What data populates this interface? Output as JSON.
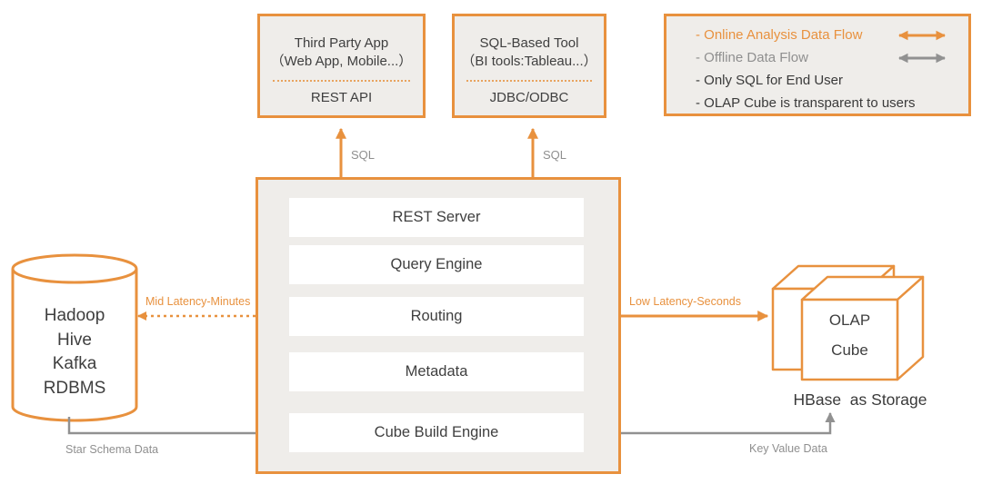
{
  "colors": {
    "accent_orange": "#e8913e",
    "flow_gray": "#919191",
    "panel_fill": "#efedea",
    "text_dark": "#3a3a3a",
    "text_gray": "#8f8f8f"
  },
  "top_boxes": [
    {
      "title": "Third Party App",
      "subtitle": "（Web App, Mobile...）",
      "api": "REST API"
    },
    {
      "title": "SQL-Based Tool",
      "subtitle": "（BI tools:Tableau...）",
      "api": "JDBC/ODBC"
    }
  ],
  "legend": {
    "items": [
      {
        "label": "- Online Analysis Data Flow"
      },
      {
        "label": "- Offline Data Flow"
      },
      {
        "label": "- Only SQL for End User"
      },
      {
        "label": "- OLAP Cube is transparent to users"
      }
    ]
  },
  "core_box": {
    "layers": [
      "REST Server",
      "Query Engine",
      "Routing",
      "Metadata",
      "Cube Build Engine"
    ]
  },
  "data_sources": {
    "items": [
      "Hadoop",
      "Hive",
      "Kafka",
      "RDBMS"
    ]
  },
  "storage": {
    "cube_lines": [
      "OLAP",
      "Cube"
    ],
    "caption": "HBase  as Storage"
  },
  "edge_labels": {
    "sql_left": "SQL",
    "sql_right": "SQL",
    "mid_latency": "Mid Latency-Minutes",
    "low_latency": "Low Latency-Seconds",
    "star_schema": "Star Schema Data",
    "key_value": "Key Value Data"
  }
}
